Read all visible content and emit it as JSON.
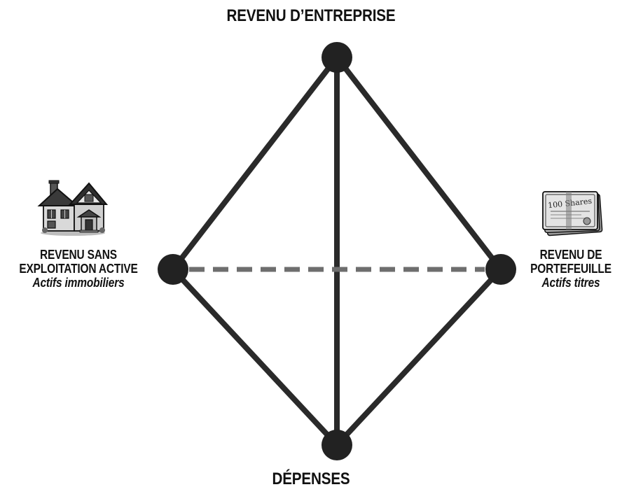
{
  "nodes": {
    "top": {
      "title": "REVENU D’ENTREPRISE"
    },
    "left": {
      "title_line1": "REVENU SANS",
      "title_line2": "EXPLOITATION ACTIVE",
      "subtitle": "Actifs immobiliers",
      "icon": "house-icon"
    },
    "right": {
      "title_line1": "REVENU DE",
      "title_line2": "PORTEFEUILLE",
      "subtitle": "Actifs titres",
      "icon": "stock-certificates-icon",
      "icon_text": "100 Shares"
    },
    "bottom": {
      "title": "DÉPENSES"
    }
  },
  "edges": [
    {
      "from": "top",
      "to": "left",
      "style": "solid"
    },
    {
      "from": "top",
      "to": "right",
      "style": "solid"
    },
    {
      "from": "top",
      "to": "bottom",
      "style": "solid"
    },
    {
      "from": "left",
      "to": "bottom",
      "style": "solid"
    },
    {
      "from": "right",
      "to": "bottom",
      "style": "solid"
    },
    {
      "from": "left",
      "to": "right",
      "style": "dashed"
    }
  ],
  "colors": {
    "edge": "#2a2a2a",
    "dashed_edge": "#6e6e6e",
    "node": "#222222",
    "background": "#ffffff"
  }
}
